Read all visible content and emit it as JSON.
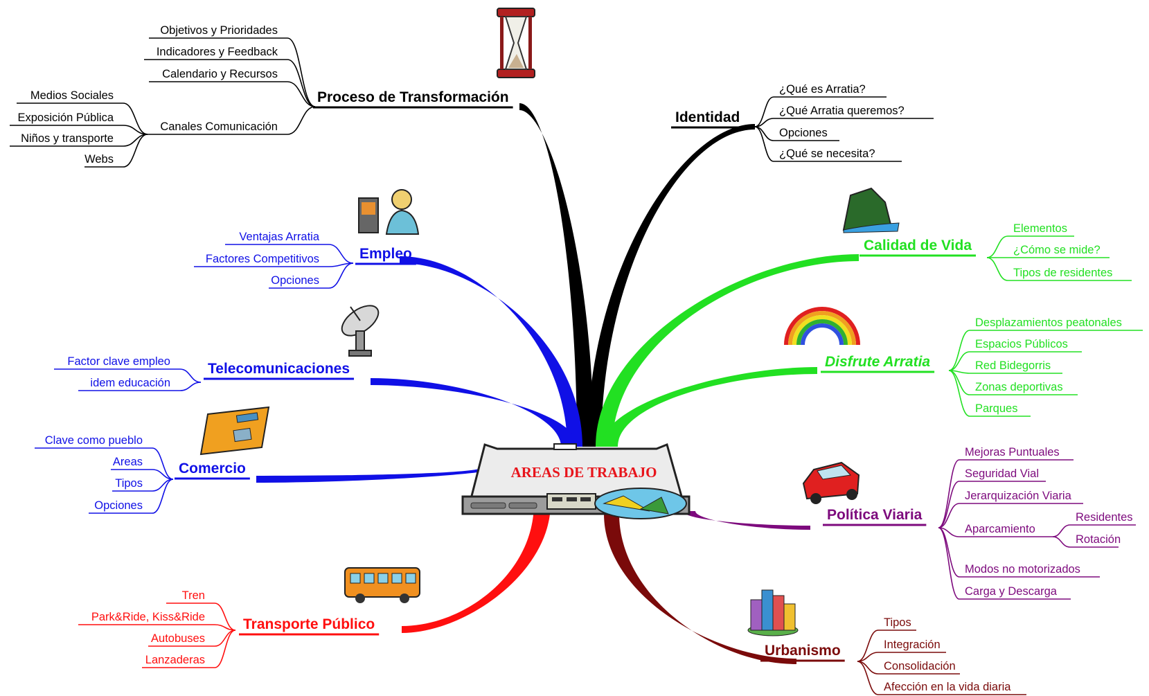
{
  "center": {
    "label": "AREAS DE TRABAJO",
    "color": "#e8141b"
  },
  "branches": [
    {
      "id": "proceso",
      "label": "Proceso de Transformación",
      "color": "#000000",
      "italic": false,
      "icon": "hourglass-icon",
      "children": [
        {
          "label": "Objetivos y Prioridades"
        },
        {
          "label": "Indicadores y Feedback"
        },
        {
          "label": "Calendario y Recursos"
        },
        {
          "label": "Canales Comunicación",
          "children": [
            {
              "label": "Medios Sociales"
            },
            {
              "label": "Exposición Pública"
            },
            {
              "label": "Niños y transporte"
            },
            {
              "label": "Webs"
            }
          ]
        }
      ]
    },
    {
      "id": "identidad",
      "label": "Identidad",
      "color": "#000000",
      "italic": false,
      "children": [
        {
          "label": "¿Qué es Arratia?"
        },
        {
          "label": "¿Qué Arratia queremos?"
        },
        {
          "label": "Opciones"
        },
        {
          "label": "¿Qué se necesita?"
        }
      ]
    },
    {
      "id": "empleo",
      "label": "Empleo",
      "color": "#1010e6",
      "italic": false,
      "icon": "office-worker-icon",
      "children": [
        {
          "label": "Ventajas Arratia"
        },
        {
          "label": "Factores Competitivos"
        },
        {
          "label": "Opciones"
        }
      ]
    },
    {
      "id": "telecom",
      "label": "Telecomunicaciones",
      "color": "#1010e6",
      "italic": false,
      "icon": "satellite-dish-icon",
      "children": [
        {
          "label": "Factor clave empleo"
        },
        {
          "label": "idem educación"
        }
      ]
    },
    {
      "id": "comercio",
      "label": "Comercio",
      "color": "#1010e6",
      "italic": false,
      "icon": "credit-card-icon",
      "children": [
        {
          "label": "Clave como pueblo"
        },
        {
          "label": "Areas"
        },
        {
          "label": "Tipos"
        },
        {
          "label": "Opciones"
        }
      ]
    },
    {
      "id": "transporte",
      "label": "Transporte Público",
      "color": "#ff0f0f",
      "italic": false,
      "icon": "bus-icon",
      "children": [
        {
          "label": "Tren"
        },
        {
          "label": "Park&Ride, Kiss&Ride"
        },
        {
          "label": "Autobuses"
        },
        {
          "label": "Lanzaderas"
        }
      ]
    },
    {
      "id": "calidad",
      "label": "Calidad de Vida",
      "color": "#22e022",
      "italic": false,
      "icon": "landscape-icon",
      "children": [
        {
          "label": "Elementos"
        },
        {
          "label": "¿Cómo se mide?"
        },
        {
          "label": "Tipos de residentes"
        }
      ]
    },
    {
      "id": "disfrute",
      "label": "Disfrute Arratia",
      "color": "#22e022",
      "italic": true,
      "icon": "rainbow-icon",
      "children": [
        {
          "label": "Desplazamientos peatonales"
        },
        {
          "label": "Espacios Públicos"
        },
        {
          "label": "Red Bidegorris"
        },
        {
          "label": "Zonas deportivas"
        },
        {
          "label": "Parques"
        }
      ]
    },
    {
      "id": "politica",
      "label": "Política Viaria",
      "color": "#7d0a7d",
      "italic": false,
      "icon": "red-car-icon",
      "children": [
        {
          "label": "Mejoras Puntuales"
        },
        {
          "label": "Seguridad Vial"
        },
        {
          "label": "Jerarquización Viaria"
        },
        {
          "label": "Aparcamiento",
          "children": [
            {
              "label": "Residentes"
            },
            {
              "label": "Rotación"
            }
          ]
        },
        {
          "label": "Modos no motorizados"
        },
        {
          "label": "Carga y Descarga"
        }
      ]
    },
    {
      "id": "urbanismo",
      "label": "Urbanismo",
      "color": "#7a0a0a",
      "italic": false,
      "icon": "city-buildings-icon",
      "children": [
        {
          "label": "Tipos"
        },
        {
          "label": "Integración"
        },
        {
          "label": "Consolidación"
        },
        {
          "label": "Afección en la vida diaria"
        }
      ]
    }
  ]
}
